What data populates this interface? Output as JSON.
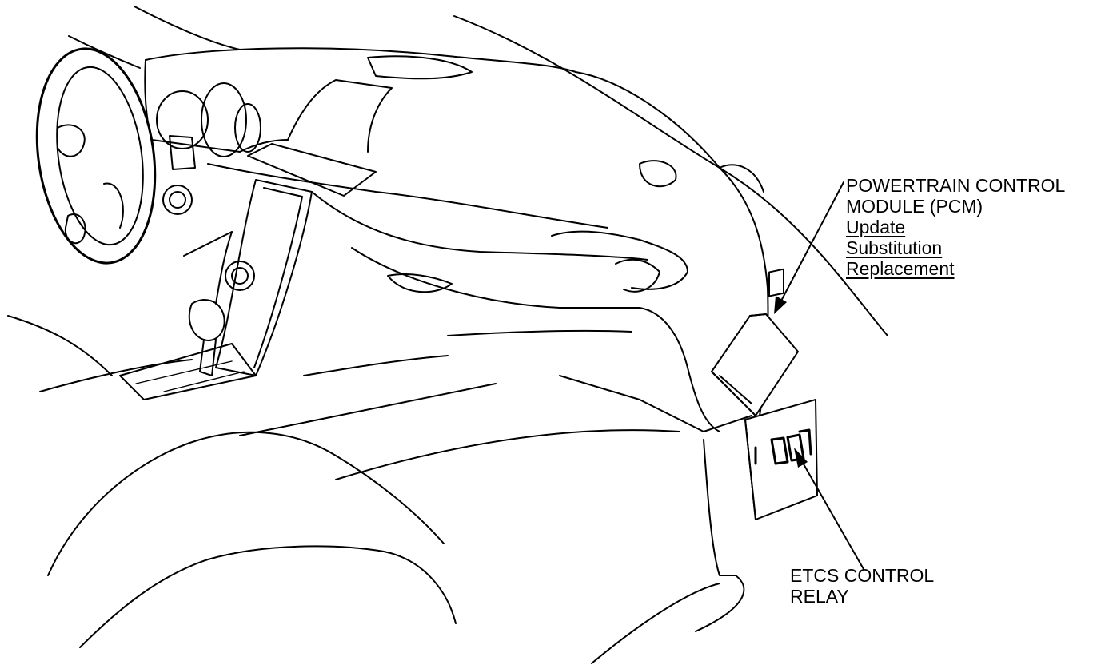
{
  "callouts": {
    "pcm": {
      "line1": "POWERTRAIN CONTROL",
      "line2": "MODULE (PCM)",
      "links": [
        "Update",
        "Substitution",
        "Replacement"
      ]
    },
    "relay": {
      "line1": "ETCS CONTROL",
      "line2": "RELAY"
    }
  }
}
